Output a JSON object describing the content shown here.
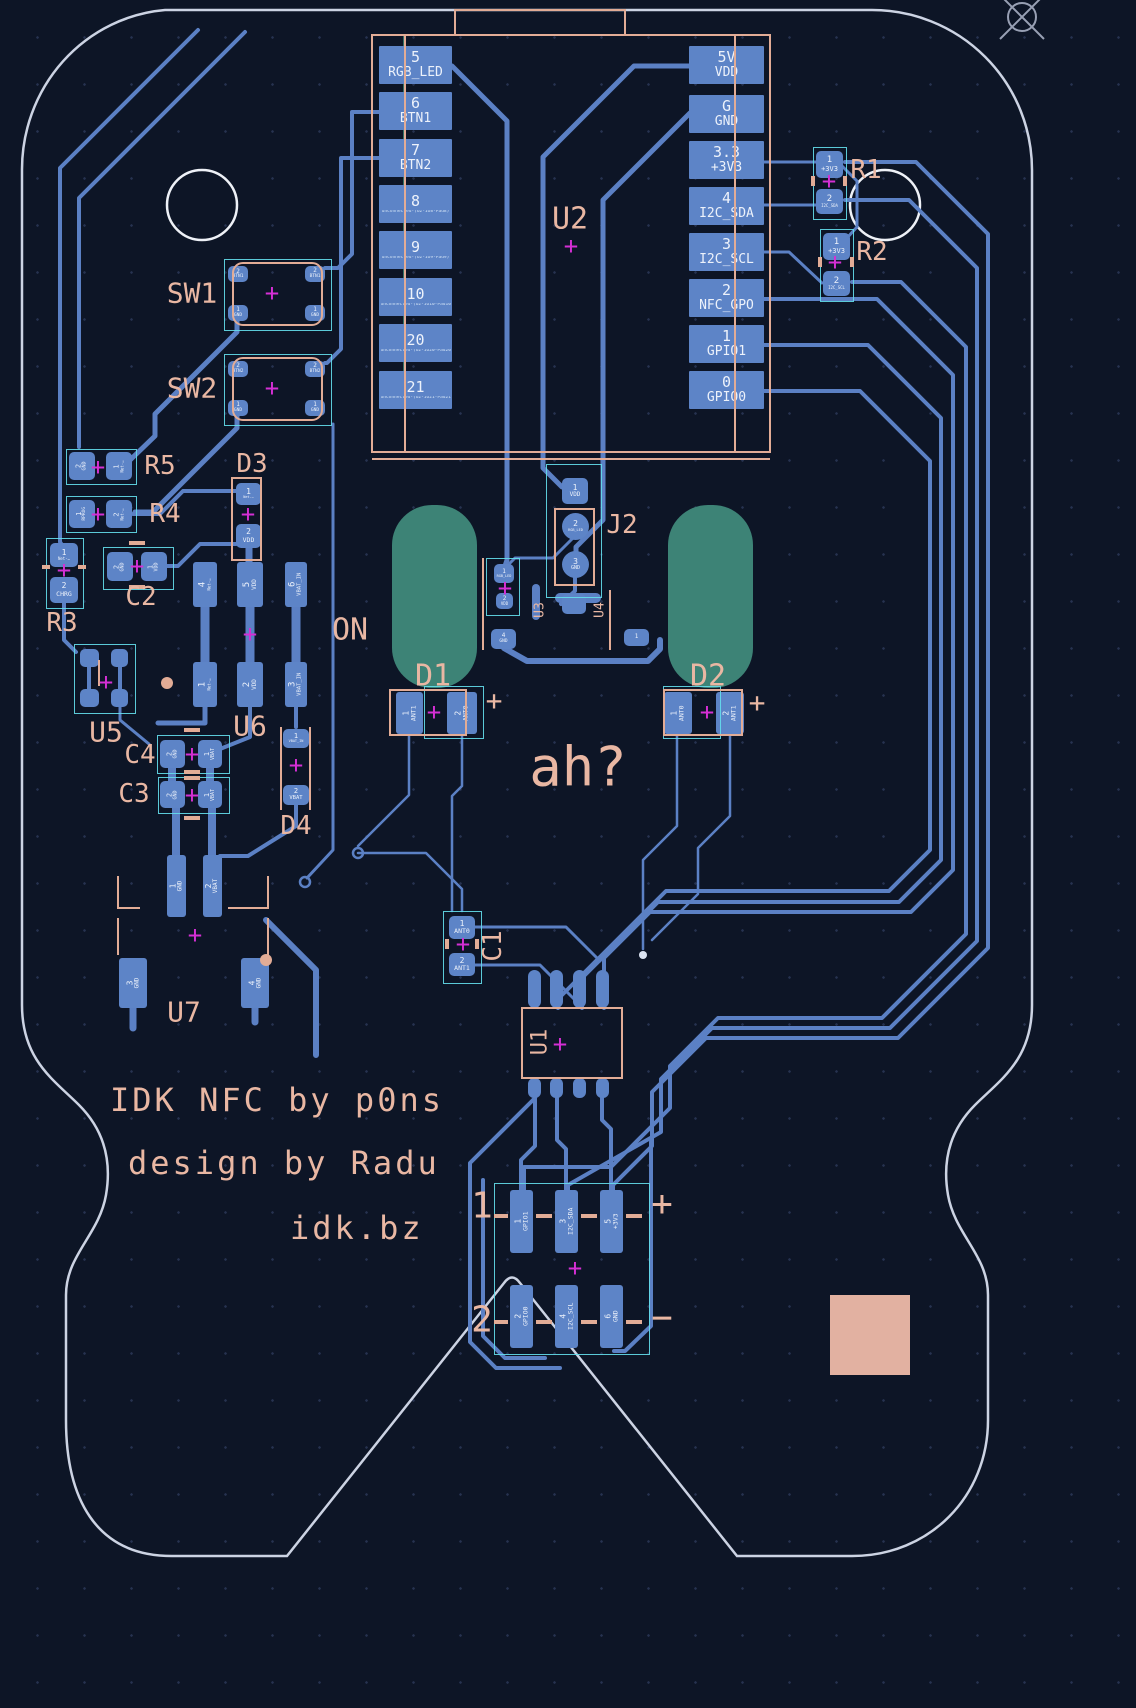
{
  "board": {
    "texts": {
      "brand_line1": "IDK NFC by p0ns",
      "brand_line2": "design by Radu",
      "brand_line3": "idk.bz",
      "annotation_ah": "ah?",
      "annotation_on": "ON"
    },
    "colors": {
      "background": "#0d1526",
      "copper_trace": "#5b80c4",
      "pad_fill": "#5d84c7",
      "pad_text": "#edf2fb",
      "silkscreen": "#e2ac96",
      "courtyard_cyan": "#64dcec",
      "magenta_origin": "#d42fd4",
      "teal_zone": "#3d8376",
      "board_outline": "#ccd3e3",
      "corner_patch": "#e2b1a1"
    }
  },
  "u2_module": {
    "ref": "U2",
    "left_pads": [
      {
        "num": "5",
        "net": "RGB_LED"
      },
      {
        "num": "6",
        "net": "BTN1"
      },
      {
        "num": "7",
        "net": "BTN2"
      },
      {
        "num": "8",
        "net": "unconnected-(U2-IO8-Pad8)"
      },
      {
        "num": "9",
        "net": "unconnected-(U2-IO9-Pad9)"
      },
      {
        "num": "10",
        "net": "unconnected-(U2-IO10-Pad10)"
      },
      {
        "num": "20",
        "net": "unconnected-(U2-IO20-Pad20)"
      },
      {
        "num": "21",
        "net": "unconnected-(U2-IO21-Pad21)"
      }
    ],
    "right_pads": [
      {
        "num": "5V",
        "net": "VDD"
      },
      {
        "num": "G",
        "net": "GND"
      },
      {
        "num": "3.3",
        "net": "+3V3"
      },
      {
        "num": "4",
        "net": "I2C_SDA"
      },
      {
        "num": "3",
        "net": "I2C_SCL"
      },
      {
        "num": "2",
        "net": "NFC_GPO"
      },
      {
        "num": "1",
        "net": "GPIO1"
      },
      {
        "num": "0",
        "net": "GPIO0"
      }
    ]
  },
  "components": {
    "sw1": {
      "ref": "SW1",
      "pads": [
        {
          "num": "2",
          "net": "BTN1"
        },
        {
          "num": "2",
          "net": "BTN1"
        },
        {
          "num": "1",
          "net": "GND"
        },
        {
          "num": "1",
          "net": "GND"
        }
      ]
    },
    "sw2": {
      "ref": "SW2",
      "pads": [
        {
          "num": "2",
          "net": "BTN2"
        },
        {
          "num": "2",
          "net": "BTN2"
        },
        {
          "num": "1",
          "net": "GND"
        },
        {
          "num": "1",
          "net": "GND"
        }
      ]
    },
    "r1": {
      "ref": "R1",
      "pads": [
        {
          "num": "1",
          "net": "+3V3"
        },
        {
          "num": "2",
          "net": "I2C_SDA"
        }
      ]
    },
    "r2": {
      "ref": "R2",
      "pads": [
        {
          "num": "1",
          "net": "+3V3"
        },
        {
          "num": "2",
          "net": "I2C_SCL"
        }
      ]
    },
    "r3": {
      "ref": "R3",
      "pads": [
        {
          "num": "1",
          "net": "Net-…"
        },
        {
          "num": "2",
          "net": "CHRG"
        }
      ]
    },
    "r4": {
      "ref": "R4",
      "pads": [
        {
          "num": "1",
          "net": "RPROG"
        },
        {
          "num": "2",
          "net": "Net-…"
        }
      ]
    },
    "r5": {
      "ref": "R5",
      "pads": [
        {
          "num": "2",
          "net": "GND"
        },
        {
          "num": "1",
          "net": "Net-…"
        }
      ]
    },
    "c1": {
      "ref": "C1",
      "pads": [
        {
          "num": "1",
          "net": "ANT0"
        },
        {
          "num": "2",
          "net": "ANT1"
        }
      ]
    },
    "c2": {
      "ref": "C2",
      "pads": [
        {
          "num": "2",
          "net": "GND"
        },
        {
          "num": "1",
          "net": "VDD"
        }
      ]
    },
    "c3": {
      "ref": "C3",
      "pads": [
        {
          "num": "2",
          "net": "GND"
        },
        {
          "num": "1",
          "net": "VBAT"
        }
      ]
    },
    "c4": {
      "ref": "C4",
      "pads": [
        {
          "num": "2",
          "net": "GND"
        },
        {
          "num": "1",
          "net": "VBAT"
        }
      ]
    },
    "d1": {
      "ref": "D1",
      "pads": [
        {
          "num": "1",
          "net": "ANT1"
        },
        {
          "num": "2",
          "net": "ANT0"
        }
      ]
    },
    "d2": {
      "ref": "D2",
      "pads": [
        {
          "num": "1",
          "net": "ANT0"
        },
        {
          "num": "2",
          "net": "ANT1"
        }
      ]
    },
    "d3": {
      "ref": "D3",
      "pads": [
        {
          "num": "1",
          "net": "Net-…"
        },
        {
          "num": "2",
          "net": "VDD"
        }
      ]
    },
    "d4": {
      "ref": "D4",
      "pads": [
        {
          "num": "1",
          "net": "VBAT_IN"
        },
        {
          "num": "2",
          "net": "VBAT"
        }
      ]
    },
    "u1": {
      "ref": "U1"
    },
    "u3": {
      "ref": "U3",
      "pads": [
        {
          "num": "1",
          "net": "RGB_LED"
        },
        {
          "num": "2",
          "net": "VDD"
        },
        {
          "num": "4",
          "net": "GND"
        }
      ]
    },
    "u4": {
      "ref": "U4",
      "pads": [
        {
          "num": "1",
          "net": ""
        }
      ]
    },
    "u5": {
      "ref": "U5"
    },
    "u6": {
      "ref": "U6",
      "top_pads": [
        {
          "num": "4",
          "net": "Net-…"
        },
        {
          "num": "5",
          "net": "VDD"
        },
        {
          "num": "6",
          "net": "VBAT_IN"
        }
      ],
      "bottom_pads": [
        {
          "num": "1",
          "net": "Net-…"
        },
        {
          "num": "2",
          "net": "VDD"
        },
        {
          "num": "3",
          "net": "VBAT_IN"
        }
      ]
    },
    "u7": {
      "ref": "U7",
      "pads": [
        {
          "num": "1",
          "net": "GND"
        },
        {
          "num": "2",
          "net": "VBAT"
        },
        {
          "num": "3",
          "net": "GND"
        },
        {
          "num": "4",
          "net": "GND"
        }
      ]
    },
    "j2": {
      "ref": "J2",
      "pads": [
        {
          "num": "1",
          "net": "VDD"
        },
        {
          "num": "2",
          "net": "RGB_LED"
        },
        {
          "num": "3",
          "net": "GND"
        }
      ]
    },
    "j1": {
      "markers": {
        "pin1": "1",
        "pin2": "2",
        "plus": "+",
        "minus": "−"
      },
      "top_pads": [
        {
          "num": "1",
          "net": "GPIO1"
        },
        {
          "num": "3",
          "net": "I2C_SDA"
        },
        {
          "num": "5",
          "net": "+3V3"
        }
      ],
      "bottom_pads": [
        {
          "num": "2",
          "net": "GPIO0"
        },
        {
          "num": "4",
          "net": "I2C_SCL"
        },
        {
          "num": "6",
          "net": "GND"
        }
      ]
    }
  }
}
